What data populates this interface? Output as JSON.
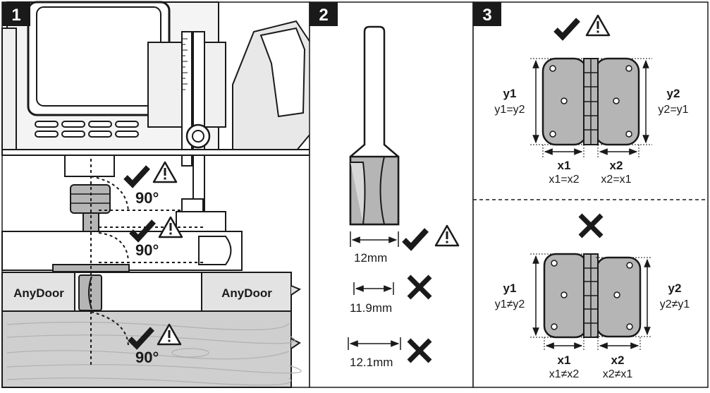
{
  "panels": [
    {
      "number": "1",
      "brand_left": "AnyDoor",
      "brand_right": "AnyDoor",
      "angles": [
        "90°",
        "90°",
        "90°"
      ]
    },
    {
      "number": "2",
      "sizes": [
        "12mm",
        "11.9mm",
        "12.1mm"
      ]
    },
    {
      "number": "3",
      "correct": {
        "y1": "y1",
        "y1_rel": "y1=y2",
        "y2": "y2",
        "y2_rel": "y2=y1",
        "x1": "x1",
        "x1_rel": "x1=x2",
        "x2": "x2",
        "x2_rel": "x2=x1"
      },
      "wrong": {
        "y1": "y1",
        "y1_rel": "y1≠y2",
        "y2": "y2",
        "y2_rel": "y2≠y1",
        "x1": "x1",
        "x1_rel": "x1≠x2",
        "x2": "x2",
        "x2_rel": "x2≠x1"
      }
    }
  ],
  "icons": {
    "check": "check-icon",
    "warning": "warning-triangle-icon",
    "cross": "cross-icon"
  },
  "colors": {
    "badge": "#1a1a1a",
    "metal": "#b5b5b5",
    "board": "#e3e3e3",
    "wood": "#cfcfcf",
    "line": "#1a1a1a"
  }
}
